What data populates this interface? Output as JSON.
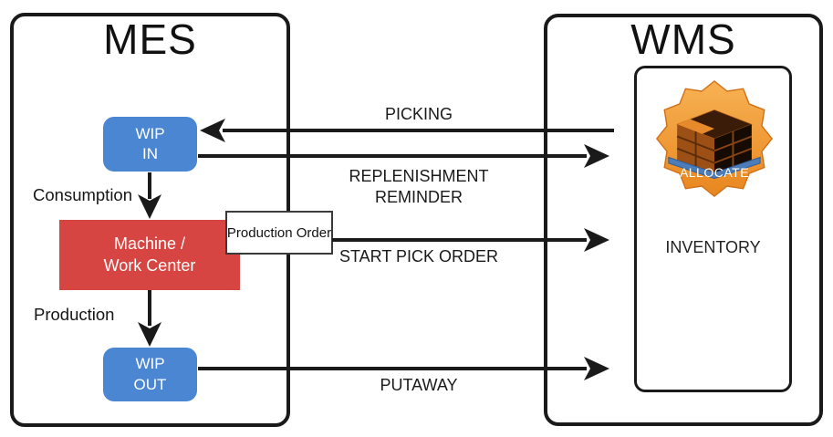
{
  "mes": {
    "title": "MES",
    "consumption_label": "Consumption",
    "production_label": "Production",
    "wip_in": {
      "line1": "WIP",
      "line2": "IN"
    },
    "machine": {
      "line1": "Machine /",
      "line2": "Work Center"
    },
    "wip_out": {
      "line1": "WIP",
      "line2": "OUT"
    },
    "production_order_label": "Production Order"
  },
  "wms": {
    "title": "WMS",
    "inventory_label": "INVENTORY",
    "allocate_badge_label": "ALLOCATE"
  },
  "flows": {
    "picking": {
      "label": "PICKING",
      "direction": "wms-to-mes"
    },
    "replenishment": {
      "label_line1": "REPLENISHMENT",
      "label_line2": "REMINDER",
      "direction": "mes-to-wms"
    },
    "start_pick_order": {
      "label": "START PICK ORDER",
      "direction": "mes-to-wms"
    },
    "putaway": {
      "label": "PUTAWAY",
      "direction": "mes-to-wms"
    }
  },
  "colors": {
    "node_blue": "#4a86d2",
    "node_red": "#d64541",
    "line_black": "#1a1a1a",
    "badge_orange": "#ef9735",
    "pallet_blue": "#4d7db8"
  }
}
